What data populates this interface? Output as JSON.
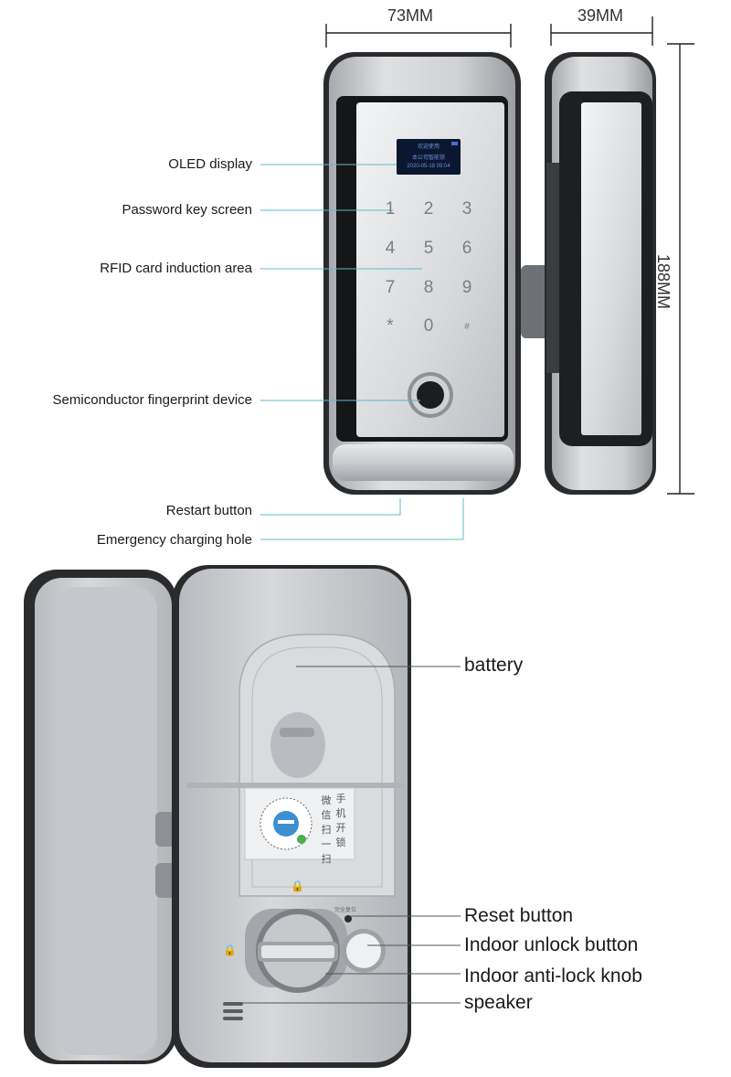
{
  "dimensions": {
    "width_label": "73MM",
    "depth_label": "39MM",
    "height_label": "188MM"
  },
  "front_callouts": {
    "oled": "OLED display",
    "keyscreen": "Password key screen",
    "rfid": "RFID card induction area",
    "fingerprint": "Semiconductor fingerprint device",
    "restart": "Restart button",
    "charging": "Emergency charging hole"
  },
  "back_callouts": {
    "battery": "battery",
    "reset": "Reset button",
    "unlock": "Indoor unlock button",
    "knob": "Indoor anti-lock knob",
    "speaker": "speaker"
  },
  "oled_screen": {
    "line1": "欢迎使用",
    "line2": "本公司智能锁",
    "line3": "2020-05-18 09:04"
  },
  "keypad": [
    "1",
    "2",
    "3",
    "4",
    "5",
    "6",
    "7",
    "8",
    "9",
    "*",
    "0",
    "#"
  ],
  "sticker": {
    "col1": [
      "微",
      "信",
      "扫",
      "一",
      "扫"
    ],
    "col2": [
      "手",
      "机",
      "开",
      "锁"
    ]
  },
  "back_marks": {
    "reset_mark": "完全复位",
    "lock_symbol_top": "🔒",
    "lock_symbol_left": "🔒"
  },
  "colors": {
    "body_silver": "#c7c9cd",
    "frame_dark": "#2b2c2e",
    "callout_line": "#5fb8c9"
  }
}
